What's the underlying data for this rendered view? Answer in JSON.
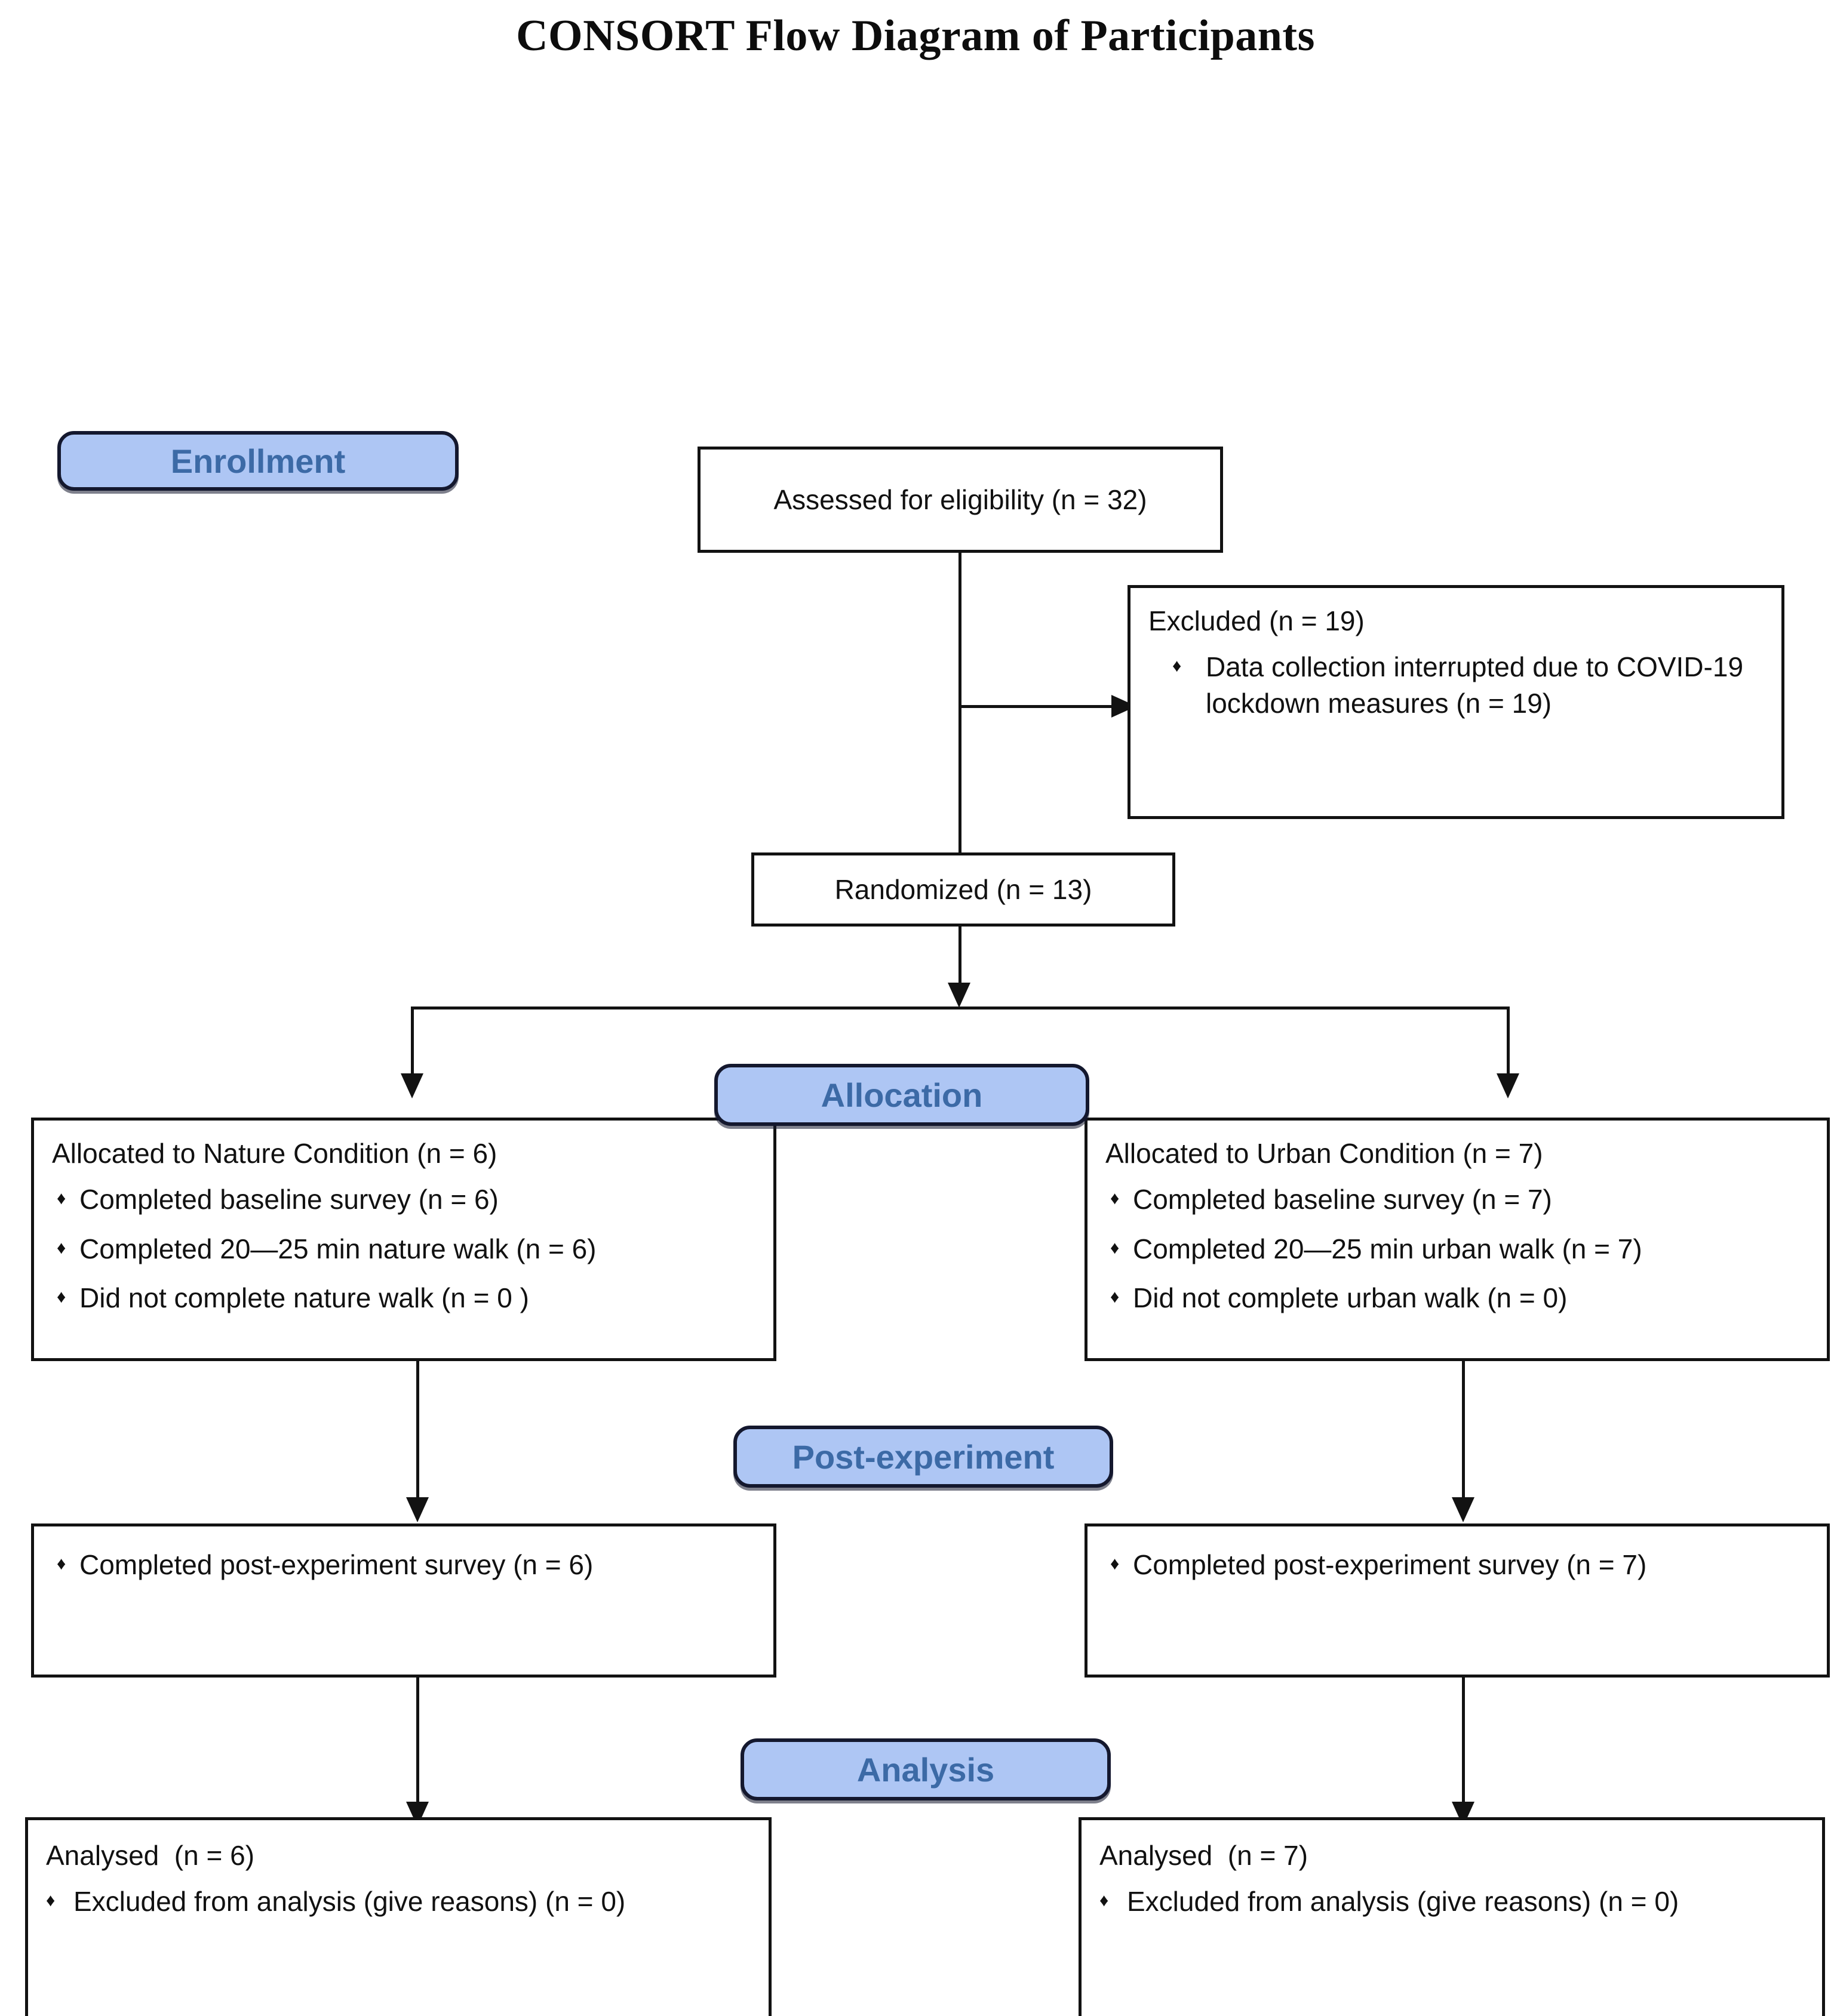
{
  "title": "CONSORT Flow Diagram of Participants",
  "stages": {
    "enrollment": "Enrollment",
    "allocation": "Allocation",
    "post_experiment": "Post-experiment",
    "analysis": "Analysis"
  },
  "nodes": {
    "assessed": "Assessed for eligibility (n = 32)",
    "excluded": {
      "head": "Excluded (n = 19)",
      "bullets": [
        "Data collection interrupted due to COVID-19 lockdown measures (n = 19)"
      ]
    },
    "randomized": "Randomized (n = 13)",
    "alloc_left": {
      "head": "Allocated to Nature Condition (n = 6)",
      "bullets": [
        "Completed baseline survey (n = 6)",
        "Completed 20—25 min nature walk (n = 6)",
        "Did not complete nature walk (n = 0 )"
      ]
    },
    "alloc_right": {
      "head": "Allocated to Urban Condition (n = 7)",
      "bullets": [
        "Completed baseline survey (n = 7)",
        "Completed 20—25 min urban walk (n = 7)",
        "Did not complete urban walk (n = 0)"
      ]
    },
    "post_left": {
      "bullets": [
        "Completed post-experiment survey (n = 6)"
      ]
    },
    "post_right": {
      "bullets": [
        "Completed post-experiment survey (n = 7)"
      ]
    },
    "analysis_left": {
      "head": "Analysed  (n = 6)",
      "bullets": [
        "Excluded from analysis (give reasons) (n = 0)"
      ]
    },
    "analysis_right": {
      "head": "Analysed  (n = 7)",
      "bullets": [
        "Excluded from analysis (give reasons) (n = 0)"
      ]
    }
  },
  "colors": {
    "stage_fill": "#aec6f4",
    "stage_text": "#3c6aa6",
    "stage_border": "#14182e",
    "box_border": "#121212",
    "text": "#111111",
    "background": "#ffffff"
  },
  "chart_data": {
    "type": "diagram",
    "title": "CONSORT Flow Diagram of Participants",
    "flow": [
      {
        "stage": "Enrollment",
        "node": "Assessed for eligibility",
        "n": 32
      },
      {
        "stage": "Enrollment",
        "node": "Excluded",
        "n": 19,
        "reasons": [
          {
            "label": "Data collection interrupted due to COVID-19 lockdown measures",
            "n": 19
          }
        ]
      },
      {
        "stage": "Enrollment",
        "node": "Randomized",
        "n": 13
      },
      {
        "stage": "Allocation",
        "node": "Allocated to Nature Condition",
        "n": 6,
        "details": [
          {
            "label": "Completed baseline survey",
            "n": 6
          },
          {
            "label": "Completed 20—25 min nature walk",
            "n": 6
          },
          {
            "label": "Did not complete nature walk",
            "n": 0
          }
        ]
      },
      {
        "stage": "Allocation",
        "node": "Allocated to Urban Condition",
        "n": 7,
        "details": [
          {
            "label": "Completed baseline survey",
            "n": 7
          },
          {
            "label": "Completed 20—25 min urban walk",
            "n": 7
          },
          {
            "label": "Did not complete urban walk",
            "n": 0
          }
        ]
      },
      {
        "stage": "Post-experiment",
        "node": "Completed post-experiment survey (Nature)",
        "n": 6
      },
      {
        "stage": "Post-experiment",
        "node": "Completed post-experiment survey (Urban)",
        "n": 7
      },
      {
        "stage": "Analysis",
        "node": "Analysed (Nature)",
        "n": 6,
        "details": [
          {
            "label": "Excluded from analysis (give reasons)",
            "n": 0
          }
        ]
      },
      {
        "stage": "Analysis",
        "node": "Analysed (Urban)",
        "n": 7,
        "details": [
          {
            "label": "Excluded from analysis (give reasons)",
            "n": 0
          }
        ]
      }
    ]
  }
}
